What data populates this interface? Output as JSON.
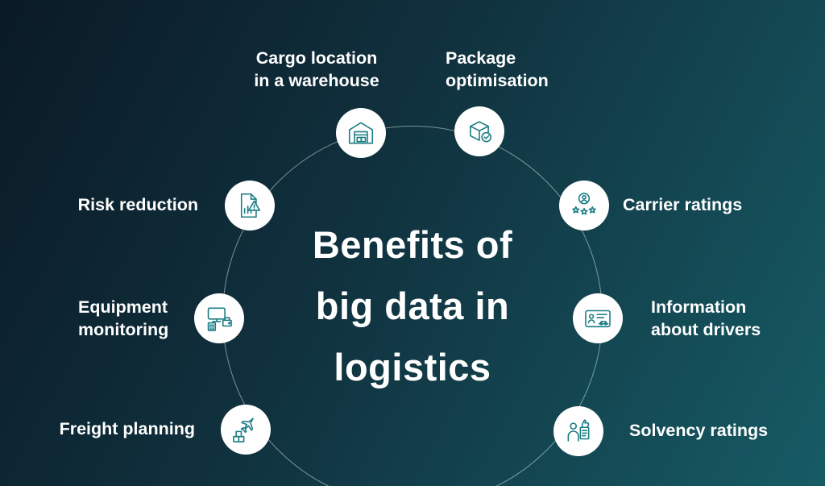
{
  "title": {
    "text": "Benefits of\nbig data in\nlogistics"
  },
  "colors": {
    "bg_start": "#0a1a26",
    "bg_mid": "#10303d",
    "bg_end": "#165b64",
    "icon_accent": "#1a7c83",
    "node_bg": "#ffffff",
    "ring": "rgba(230,244,245,0.5)",
    "text": "#ffffff"
  },
  "nodes": [
    {
      "label": "Cargo location\nin a warehouse",
      "icon": "warehouse-icon"
    },
    {
      "label": "Package\noptimisation",
      "icon": "package-check-icon"
    },
    {
      "label": "Carrier ratings",
      "icon": "person-stars-icon"
    },
    {
      "label": "Information\nabout drivers",
      "icon": "driver-id-card-icon"
    },
    {
      "label": "Solvency ratings",
      "icon": "person-thumbs-up-icon"
    },
    {
      "label": "Freight planning",
      "icon": "airplane-cargo-icon"
    },
    {
      "label": "Equipment\nmonitoring",
      "icon": "devices-monitoring-icon"
    },
    {
      "label": "Risk reduction",
      "icon": "document-warning-icon"
    }
  ]
}
